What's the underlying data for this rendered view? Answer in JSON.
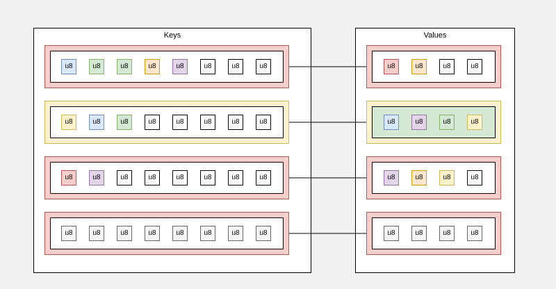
{
  "keys_panel": {
    "title": "Keys",
    "rows": [
      {
        "band": {
          "fill": "#f8cecc",
          "stroke": "#b85450"
        },
        "cells": [
          {
            "label": "u8",
            "fill": "#dae8fc",
            "stroke": "#6c8ebf"
          },
          {
            "label": "u8",
            "fill": "#d5e8d4",
            "stroke": "#82b366"
          },
          {
            "label": "u8",
            "fill": "#d5e8d4",
            "stroke": "#82b366"
          },
          {
            "label": "u8",
            "fill": "#ffe6cc",
            "stroke": "#d79b00"
          },
          {
            "label": "u8",
            "fill": "#e1d5e7",
            "stroke": "#9673a6"
          },
          {
            "label": "u8",
            "fill": "#ffffff",
            "stroke": "#000000"
          },
          {
            "label": "u8",
            "fill": "#ffffff",
            "stroke": "#000000"
          },
          {
            "label": "u8",
            "fill": "#ffffff",
            "stroke": "#000000"
          }
        ]
      },
      {
        "band": {
          "fill": "#fff2cc",
          "stroke": "#d6b656"
        },
        "cells": [
          {
            "label": "u8",
            "fill": "#fff2cc",
            "stroke": "#d6b656"
          },
          {
            "label": "u8",
            "fill": "#dae8fc",
            "stroke": "#6c8ebf"
          },
          {
            "label": "u8",
            "fill": "#d5e8d4",
            "stroke": "#82b366"
          },
          {
            "label": "u8",
            "fill": "#ffffff",
            "stroke": "#000000"
          },
          {
            "label": "u8",
            "fill": "#ffffff",
            "stroke": "#000000"
          },
          {
            "label": "u8",
            "fill": "#ffffff",
            "stroke": "#000000"
          },
          {
            "label": "u8",
            "fill": "#ffffff",
            "stroke": "#000000"
          },
          {
            "label": "u8",
            "fill": "#ffffff",
            "stroke": "#000000"
          }
        ]
      },
      {
        "band": {
          "fill": "#f8cecc",
          "stroke": "#b85450"
        },
        "cells": [
          {
            "label": "u8",
            "fill": "#f8cecc",
            "stroke": "#b85450"
          },
          {
            "label": "u8",
            "fill": "#e1d5e7",
            "stroke": "#9673a6"
          },
          {
            "label": "u8",
            "fill": "#ffffff",
            "stroke": "#000000"
          },
          {
            "label": "u8",
            "fill": "#ffffff",
            "stroke": "#000000"
          },
          {
            "label": "u8",
            "fill": "#ffffff",
            "stroke": "#000000"
          },
          {
            "label": "u8",
            "fill": "#ffffff",
            "stroke": "#000000"
          },
          {
            "label": "u8",
            "fill": "#ffffff",
            "stroke": "#000000"
          },
          {
            "label": "u8",
            "fill": "#ffffff",
            "stroke": "#000000"
          }
        ]
      },
      {
        "band": {
          "fill": "#f8cecc",
          "stroke": "#b85450"
        },
        "cells": [
          {
            "label": "u8",
            "fill": "#f5f5f5",
            "stroke": "#666666"
          },
          {
            "label": "u8",
            "fill": "#f5f5f5",
            "stroke": "#666666"
          },
          {
            "label": "u8",
            "fill": "#f5f5f5",
            "stroke": "#666666"
          },
          {
            "label": "u8",
            "fill": "#f5f5f5",
            "stroke": "#666666"
          },
          {
            "label": "u8",
            "fill": "#f5f5f5",
            "stroke": "#666666"
          },
          {
            "label": "u8",
            "fill": "#f5f5f5",
            "stroke": "#666666"
          },
          {
            "label": "u8",
            "fill": "#f5f5f5",
            "stroke": "#666666"
          },
          {
            "label": "u8",
            "fill": "#f5f5f5",
            "stroke": "#666666"
          }
        ]
      }
    ]
  },
  "values_panel": {
    "title": "Values",
    "rows": [
      {
        "band": {
          "fill": "#f8cecc",
          "stroke": "#b85450"
        },
        "inner_fill": "#ffffff",
        "cells": [
          {
            "label": "u8",
            "fill": "#f8cecc",
            "stroke": "#b85450"
          },
          {
            "label": "u8",
            "fill": "#ffe6cc",
            "stroke": "#d79b00"
          },
          {
            "label": "u8",
            "fill": "#ffffff",
            "stroke": "#000000"
          },
          {
            "label": "u8",
            "fill": "#ffffff",
            "stroke": "#000000"
          }
        ]
      },
      {
        "band": {
          "fill": "#fff2cc",
          "stroke": "#d6b656"
        },
        "inner_fill": "#d5e8d4",
        "cells": [
          {
            "label": "u8",
            "fill": "#dae8fc",
            "stroke": "#6c8ebf"
          },
          {
            "label": "u8",
            "fill": "#e1d5e7",
            "stroke": "#9673a6"
          },
          {
            "label": "u8",
            "fill": "#d5e8d4",
            "stroke": "#82b366"
          },
          {
            "label": "u8",
            "fill": "#fff2cc",
            "stroke": "#d6b656"
          }
        ]
      },
      {
        "band": {
          "fill": "#f8cecc",
          "stroke": "#b85450"
        },
        "inner_fill": "#ffffff",
        "cells": [
          {
            "label": "u8",
            "fill": "#e1d5e7",
            "stroke": "#9673a6"
          },
          {
            "label": "u8",
            "fill": "#ffe6cc",
            "stroke": "#d79b00"
          },
          {
            "label": "u8",
            "fill": "#fff2cc",
            "stroke": "#d6b656"
          },
          {
            "label": "u8",
            "fill": "#ffffff",
            "stroke": "#000000"
          }
        ]
      },
      {
        "band": {
          "fill": "#f8cecc",
          "stroke": "#b85450"
        },
        "inner_fill": "#ffffff",
        "cells": [
          {
            "label": "u8",
            "fill": "#f5f5f5",
            "stroke": "#666666"
          },
          {
            "label": "u8",
            "fill": "#f5f5f5",
            "stroke": "#666666"
          },
          {
            "label": "u8",
            "fill": "#f5f5f5",
            "stroke": "#666666"
          },
          {
            "label": "u8",
            "fill": "#f5f5f5",
            "stroke": "#666666"
          }
        ]
      }
    ]
  },
  "arrows": [
    {
      "from_row": 0,
      "to_row": 0
    },
    {
      "from_row": 1,
      "to_row": 1
    },
    {
      "from_row": 2,
      "to_row": 2
    },
    {
      "from_row": 3,
      "to_row": 3
    }
  ]
}
